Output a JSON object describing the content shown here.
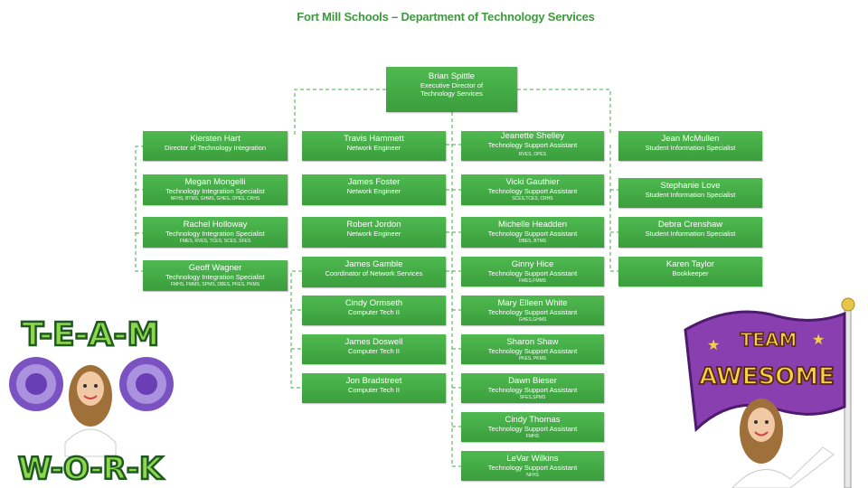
{
  "title": "Fort Mill Schools – Department of Technology Services",
  "director": {
    "name": "Brian Spittle",
    "role": "Executive Director of Technology Services"
  },
  "col1": [
    {
      "name": "Kiersten Hart",
      "role": "Director of Technology Integration",
      "schools": ""
    },
    {
      "name": "Megan Mongelli",
      "role": "Technology Integration Specialist",
      "schools": "NFHS, BTMS, GHMS, GHES, OPES, CRHS"
    },
    {
      "name": "Rachel Holloway",
      "role": "Technology Integration Specialist",
      "schools": "FMES, RVES, TCES, SCES, SFES"
    },
    {
      "name": "Geoff Wagner",
      "role": "Technology Integration Specialist",
      "schools": "FMHS, FMMS, SPMS, DBES, PKES, PKMS"
    }
  ],
  "col2": [
    {
      "name": "Travis Hammett",
      "role": "Network Engineer"
    },
    {
      "name": "James Foster",
      "role": "Network Engineer"
    },
    {
      "name": "Robert Jordon",
      "role": "Network Engineer"
    },
    {
      "name": "James Gamble",
      "role": "Coordinator of Network Services"
    },
    {
      "name": "Cindy Ormseth",
      "role": "Computer Tech II"
    },
    {
      "name": "James Doswell",
      "role": "Computer Tech II"
    },
    {
      "name": "Jon Bradstreet",
      "role": "Computer Tech II"
    }
  ],
  "col3": [
    {
      "name": "Jeanette Shelley",
      "role": "Technology Support Assistant",
      "schools": "RVES, OPES"
    },
    {
      "name": "Vicki Gauthier",
      "role": "Technology Support Assistant",
      "schools": "SCES,TCES, CRHS"
    },
    {
      "name": "Michelle Headden",
      "role": "Technology Support Assistant",
      "schools": "DBES, BTMS"
    },
    {
      "name": "Ginny Hice",
      "role": "Technology Support Assistant",
      "schools": "FMES,FMMS"
    },
    {
      "name": "Mary Elleen White",
      "role": "Technology Support Assistant",
      "schools": "GHES,GHMS"
    },
    {
      "name": "Sharon Shaw",
      "role": "Technology Support Assistant",
      "schools": "PKES, PKMS"
    },
    {
      "name": "Dawn Bieser",
      "role": "Technology Support Assistant",
      "schools": "SFES,SPMS"
    },
    {
      "name": "Cindy Thomas",
      "role": "Technology Support Assistant",
      "schools": "FMHS"
    },
    {
      "name": "LeVar Wilkins",
      "role": "Technology Support Assistant",
      "schools": "NFHS"
    }
  ],
  "col4": [
    {
      "name": "Jean McMullen",
      "role": "Student Information Specialist"
    },
    {
      "name": "Stephanie Love",
      "role": "Student Information Specialist"
    },
    {
      "name": "Debra Crenshaw",
      "role": "Student Information Specialist"
    },
    {
      "name": "Karen Taylor",
      "role": "Bookkeeper"
    }
  ],
  "decorations": {
    "left_top_text": "T-E-A-M",
    "left_bottom_text": "W-O-R-K",
    "right_flag_line1": "TEAM",
    "right_flag_line2": "AWESOME"
  },
  "colors": {
    "box": "#44ab45",
    "title": "#3c9a3c",
    "connector": "#49a849",
    "flag": "#8a3fb0"
  }
}
